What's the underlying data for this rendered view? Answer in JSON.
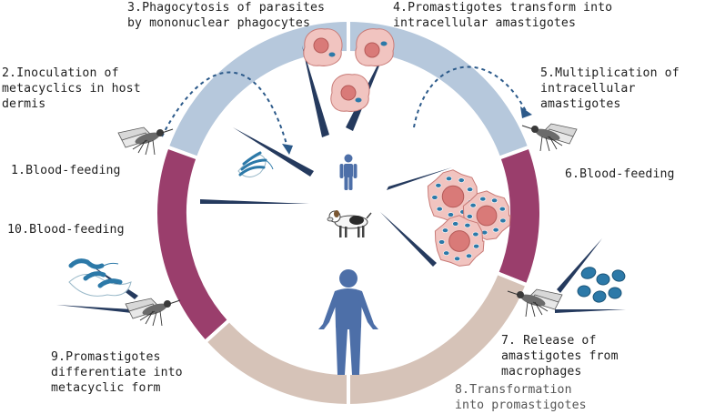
{
  "colors": {
    "ring_upper": "#b6c8dc",
    "ring_side": "#9a3e6c",
    "ring_lower": "#d6c3b8",
    "ring_border": "#ffffff",
    "arrow": "#253a5e",
    "human": "#4d6fa8",
    "parasite": "#2c79a8",
    "macrophage": "#f1c4c0",
    "nucleus": "#d97a78"
  },
  "labels": {
    "step1": "1.Blood-feeding",
    "step2": "2.Inoculation of\nmetacyclics in host\ndermis",
    "step3": "3.Phagocytosis of parasites\nby mononuclear phagocytes",
    "step4": "4.Promastigotes transform into\nintracellular amastigotes",
    "step5": "5.Multiplication of\nintracellular\namastigotes",
    "step6": "6.Blood-feeding",
    "step7": "7. Release of\namastigotes from\nmacrophages",
    "step8": "8.Transformation\ninto promastigotes",
    "step9": "9.Promastigotes\ndifferentiate into\nmetacyclic form",
    "step10": "10.Blood-feeding"
  },
  "icons": {
    "sandfly": "sandfly-icon",
    "human": "human-figure-icon",
    "dog": "dog-icon",
    "macrophage": "macrophage-icon",
    "promastigote": "promastigote-icon",
    "amastigote": "amastigote-icon"
  }
}
